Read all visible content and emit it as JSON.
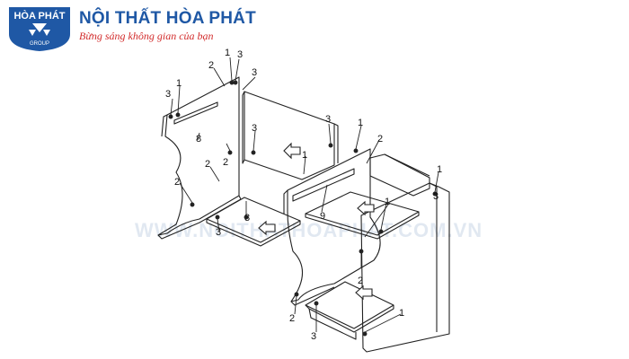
{
  "header": {
    "logo_top": "HÒA PHÁT",
    "logo_bottom": "GROUP",
    "brand_title": "NỘI THẤT HÒA PHÁT",
    "brand_slogan": "Bừng sáng không gian của bạn"
  },
  "watermark": "WWW.NOITHATHOAPHAT.COM.VN",
  "colors": {
    "brand_blue": "#1f58a5",
    "slogan_red": "#d22c2c",
    "line": "#222222"
  },
  "callouts": [
    {
      "id": "c01",
      "text": "1"
    },
    {
      "id": "c02",
      "text": "3"
    },
    {
      "id": "c03",
      "text": "2"
    },
    {
      "id": "c04",
      "text": "3"
    },
    {
      "id": "c05",
      "text": "3"
    },
    {
      "id": "c06",
      "text": "1"
    },
    {
      "id": "c07",
      "text": "8"
    },
    {
      "id": "c08",
      "text": "3"
    },
    {
      "id": "c09",
      "text": "2"
    },
    {
      "id": "c10",
      "text": "2"
    },
    {
      "id": "c11",
      "text": "2"
    },
    {
      "id": "c12",
      "text": "3"
    },
    {
      "id": "c13",
      "text": "1"
    },
    {
      "id": "c14",
      "text": "3"
    },
    {
      "id": "c15",
      "text": "1"
    },
    {
      "id": "c16",
      "text": "2"
    },
    {
      "id": "c17",
      "text": "9"
    },
    {
      "id": "c18",
      "text": "1"
    },
    {
      "id": "c19",
      "text": "1"
    },
    {
      "id": "c20",
      "text": "3"
    },
    {
      "id": "c21",
      "text": "3"
    },
    {
      "id": "c22",
      "text": "2"
    },
    {
      "id": "c23",
      "text": "2"
    },
    {
      "id": "c24",
      "text": "1"
    },
    {
      "id": "c25",
      "text": "3"
    }
  ]
}
